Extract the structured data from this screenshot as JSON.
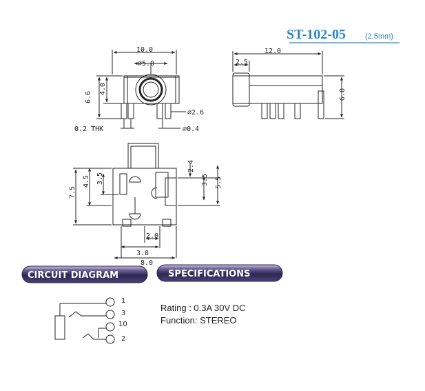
{
  "title": {
    "model": "ST-102-05",
    "sub": "(2.5mm)",
    "color": "#2a86c8"
  },
  "front_view": {
    "width": "10.0",
    "hole_dia": "∅5.0",
    "height_total": "6.6",
    "height_center": "4.0",
    "pin_dia_large": "∅2.6",
    "thickness": "0.2 THK",
    "pin_dia_small": "∅0.4"
  },
  "side_view": {
    "length": "12.0",
    "barrel": "2.5",
    "height": "6.8"
  },
  "bottom_view": {
    "left_outer": "7.5",
    "left_mid": "4.5",
    "left_inner": "3.5",
    "right_a": "2.4",
    "right_b": "3.5",
    "right_c": "5.5",
    "bottom_a": "2.0",
    "bottom_b": "3.8",
    "bottom_c": "8.0"
  },
  "sections": {
    "circuit_label": "CIRCUIT DIAGRAM",
    "spec_label": "SPECIFICATIONS",
    "pill_dark": "#3a3360",
    "pill_light": "#a59ac8"
  },
  "circuit": {
    "pins": [
      "1",
      "3",
      "10",
      "2"
    ]
  },
  "specs": {
    "rating": "Rating : 0.3A 30V DC",
    "function": "Function: STEREO"
  }
}
